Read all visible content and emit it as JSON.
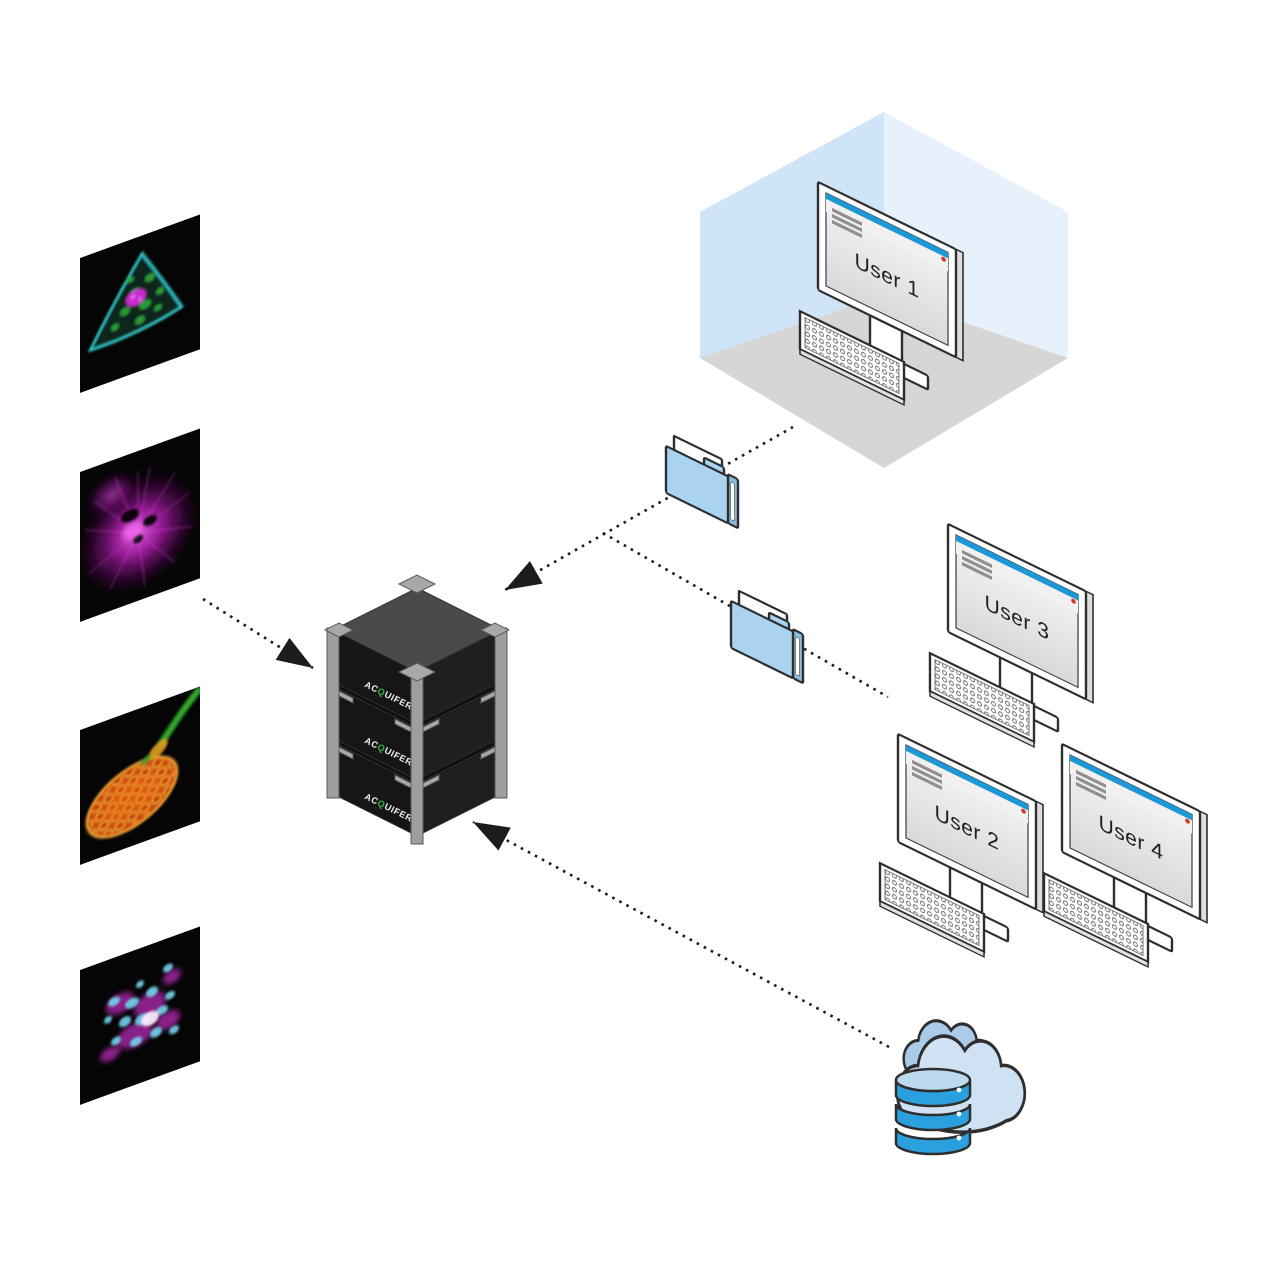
{
  "users": [
    {
      "label": "User 1"
    },
    {
      "label": "User 2"
    },
    {
      "label": "User 3"
    },
    {
      "label": "User 4"
    }
  ],
  "server": {
    "brand_prefix": "AC",
    "brand_q": "Q",
    "brand_suffix": "UIFER",
    "unit_count": 3
  },
  "colors": {
    "screen_bar_blue": "#1e97d7",
    "notification_red": "#d03a2a",
    "folder_blue": "#a9d3ef",
    "folder_side_blue": "#8bbede",
    "cloud_front": "#cfe2f4",
    "cloud_back": "#abcbe9",
    "database_blue": "#2ba0de",
    "database_top": "#bcd9ee",
    "brand_green": "#3cb44a",
    "wall_left": "#cfe4f7",
    "wall_right": "#e7f1fb",
    "floor_gray": "#d6d6d6"
  },
  "icons": {
    "folder": "folder-icon",
    "cloud": "cloud-icon",
    "database": "database-icon",
    "monitor": "monitor-icon",
    "keyboard": "keyboard-icon",
    "server": "server-stack-icon",
    "arrowhead": "arrowhead-icon",
    "microscopy_panels": [
      "fluorescent-cell-image",
      "microtubule-network-image",
      "plant-tissue-image",
      "cell-cluster-image"
    ]
  },
  "connections": [
    {
      "from": "user-1",
      "to": "server-stack",
      "style": "dotted-arrow",
      "via": "folder"
    },
    {
      "from": "server-line",
      "to": "user-3",
      "style": "dotted-line",
      "via": "folder"
    },
    {
      "from": "microscopy-images",
      "to": "server-stack",
      "style": "dotted-arrow"
    },
    {
      "from": "cloud-database",
      "to": "server-stack",
      "style": "dotted-arrow"
    }
  ]
}
